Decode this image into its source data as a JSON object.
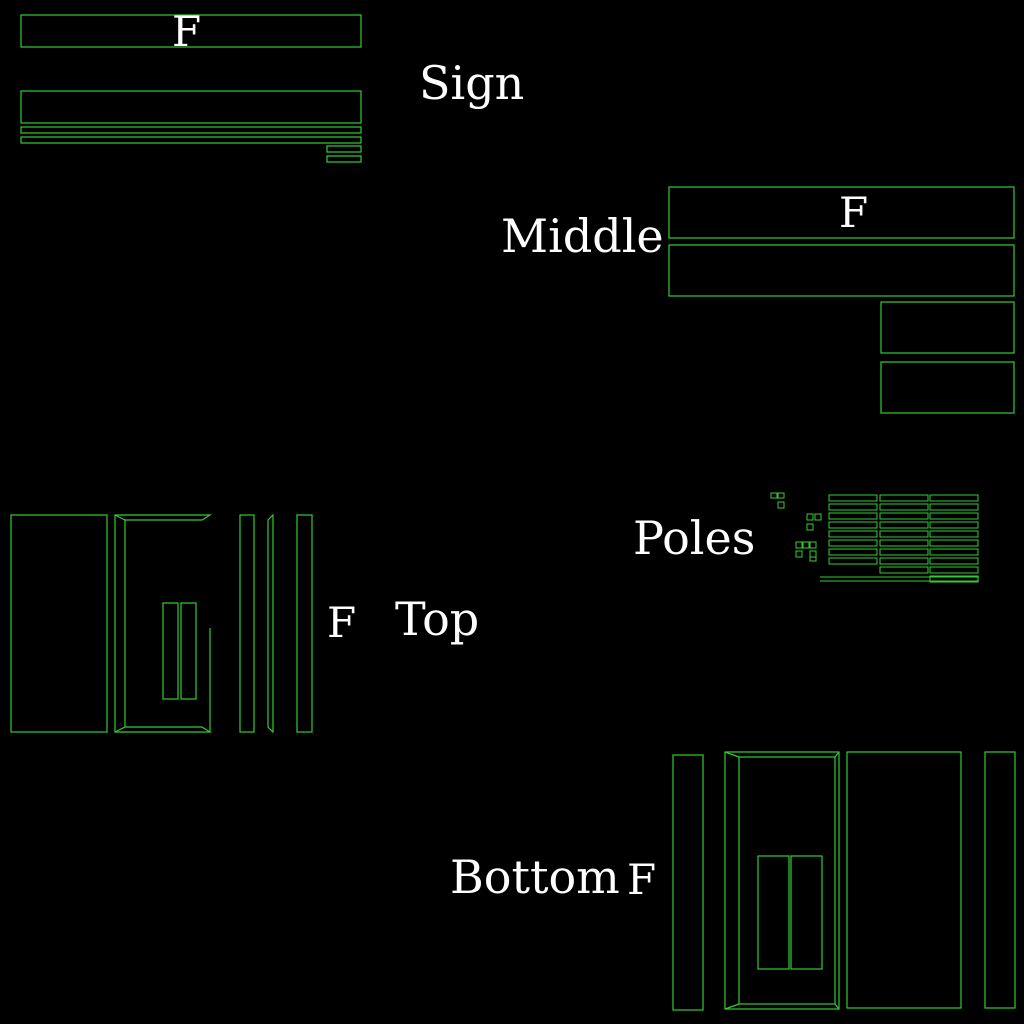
{
  "colors": {
    "background": "#000000",
    "outline": "#33cc33",
    "text": "#ffffff"
  },
  "labels": {
    "sign": "Sign",
    "middle": "Middle",
    "poles": "Poles",
    "top": "Top",
    "bottom": "Bottom",
    "front_marker": "F"
  }
}
